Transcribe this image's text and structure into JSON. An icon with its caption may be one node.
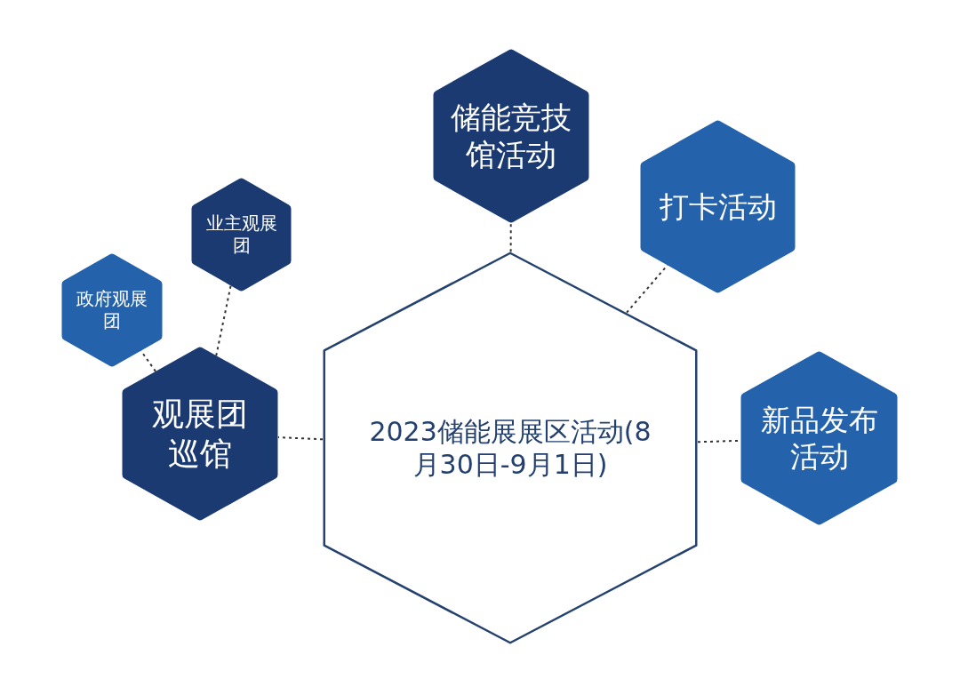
{
  "diagram": {
    "nodes": [
      {
        "text": [
          "2023储能展展区活动(8月30日-9月1日)"
        ]
      },
      {
        "text": [
          "储能竞技馆活动"
        ]
      },
      {
        "text": [
          "打卡活动"
        ]
      },
      {
        "text": [
          "新品发布活动"
        ]
      },
      {
        "text": [
          "观展团巡馆"
        ]
      },
      {
        "text": [
          "业主观展团"
        ]
      },
      {
        "text": [
          "政府观展团"
        ]
      }
    ],
    "edges": [
      {
        "from": 0,
        "to": 1,
        "arrow": "none"
      },
      {
        "from": 0,
        "to": 2,
        "arrow": "none"
      },
      {
        "from": 0,
        "to": 3,
        "arrow": "none"
      },
      {
        "from": 0,
        "to": 4,
        "arrow": "none"
      },
      {
        "from": 4,
        "to": 5,
        "arrow": "none"
      },
      {
        "from": 4,
        "to": 6,
        "arrow": "none"
      }
    ]
  }
}
